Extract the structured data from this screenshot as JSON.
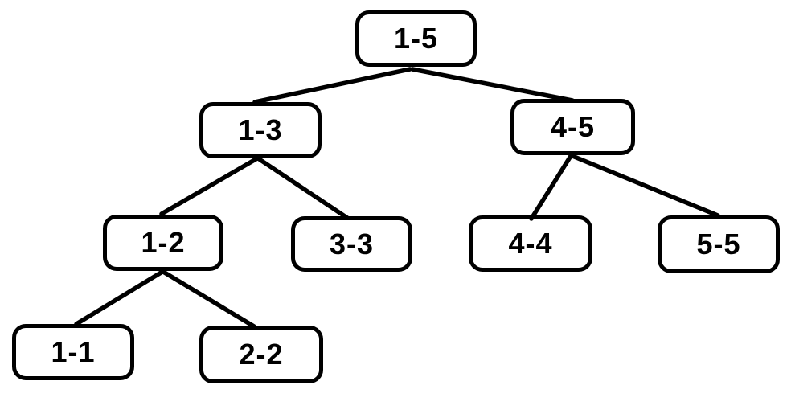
{
  "diagram": {
    "type": "binary-tree",
    "stroke_color": "#000000",
    "background_color": "#ffffff",
    "nodes": [
      {
        "id": "1-5",
        "label": "1-5"
      },
      {
        "id": "1-3",
        "label": "1-3"
      },
      {
        "id": "4-5",
        "label": "4-5"
      },
      {
        "id": "1-2",
        "label": "1-2"
      },
      {
        "id": "3-3",
        "label": "3-3"
      },
      {
        "id": "4-4",
        "label": "4-4"
      },
      {
        "id": "5-5",
        "label": "5-5"
      },
      {
        "id": "1-1",
        "label": "1-1"
      },
      {
        "id": "2-2",
        "label": "2-2"
      }
    ],
    "edges": [
      {
        "from": "1-5",
        "to": "1-3"
      },
      {
        "from": "1-5",
        "to": "4-5"
      },
      {
        "from": "1-3",
        "to": "1-2"
      },
      {
        "from": "1-3",
        "to": "3-3"
      },
      {
        "from": "4-5",
        "to": "4-4"
      },
      {
        "from": "4-5",
        "to": "5-5"
      },
      {
        "from": "1-2",
        "to": "1-1"
      },
      {
        "from": "1-2",
        "to": "2-2"
      }
    ]
  }
}
